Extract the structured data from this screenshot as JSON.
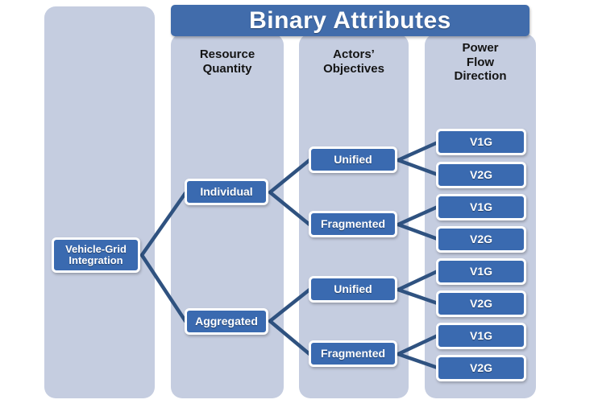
{
  "title": {
    "text": "Binary Attributes"
  },
  "columns": [
    {
      "key": "resource_quantity",
      "header": "Resource\nQuantity"
    },
    {
      "key": "actors_objectives",
      "header": "Actors’\nObjectives"
    },
    {
      "key": "power_flow_direction",
      "header": "Power\nFlow\nDirection"
    }
  ],
  "root": {
    "label": "Vehicle-Grid\nIntegration"
  },
  "level1": [
    {
      "label": "Individual"
    },
    {
      "label": "Aggregated"
    }
  ],
  "level2": [
    {
      "label": "Unified"
    },
    {
      "label": "Fragmented"
    },
    {
      "label": "Unified"
    },
    {
      "label": "Fragmented"
    }
  ],
  "leaves": [
    {
      "label": "V1G"
    },
    {
      "label": "V2G"
    },
    {
      "label": "V1G"
    },
    {
      "label": "V2G"
    },
    {
      "label": "V1G"
    },
    {
      "label": "V2G"
    },
    {
      "label": "V1G"
    },
    {
      "label": "V2G"
    }
  ],
  "colors": {
    "band": "#c5cde0",
    "node_fill": "#3a6ab0",
    "title_fill": "#416cab",
    "connector": "#2f5280",
    "node_text": "#ffffff",
    "header_text": "#141414",
    "page_background": "#ffffff"
  }
}
